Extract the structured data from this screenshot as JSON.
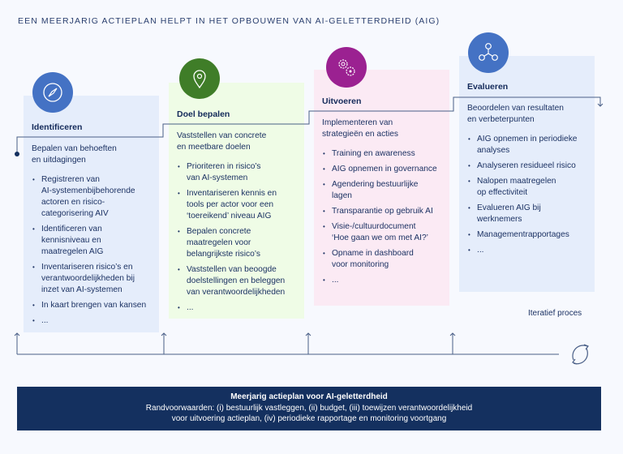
{
  "title": "EEN MEERJARIG ACTIEPLAN HELPT IN HET OPBOUWEN VAN AI-GELETTERDHEID (AIG)",
  "colors": {
    "navy": "#14305f",
    "blue": "#4472c4",
    "green": "#3f7d28",
    "purple": "#9b2191"
  },
  "phases": [
    {
      "icon": "compass-icon",
      "heading": "Identificeren",
      "description": "Bepalen van behoeften\nen uitdagingen",
      "items": [
        "Registreren van\nAI-systemenbijbehorende\nactoren en risico-\ncategorisering AIV",
        "Identificeren van\nkennisniveau en\nmaatregelen AIG",
        "Inventariseren risico’s en\nverantwoordelijkheden bij\ninzet van AI-systemen",
        "In kaart brengen van kansen",
        "..."
      ]
    },
    {
      "icon": "map-pin-icon",
      "heading": "Doel bepalen",
      "description": "Vaststellen van concrete\nen meetbare doelen",
      "items": [
        "Prioriteren in risico’s\nvan AI-systemen",
        "Inventariseren kennis en\ntools per actor voor een\n‘toereikend’ niveau AIG",
        "Bepalen concrete\nmaatregelen voor\nbelangrijkste risico’s",
        "Vaststellen van beoogde\ndoelstellingen en beleggen\nvan verantwoordelijkheden",
        "..."
      ]
    },
    {
      "icon": "gears-icon",
      "heading": "Uitvoeren",
      "description": "Implementeren van\nstrategieën en acties",
      "items": [
        "Training en awareness",
        "AIG opnemen in governance",
        "Agendering bestuurlijke\nlagen",
        "Transparantie op gebruik AI",
        "Visie-/cultuurdocument\n‘Hoe gaan we om met AI?’",
        "Opname in dashboard\nvoor monitoring",
        "..."
      ]
    },
    {
      "icon": "network-icon",
      "heading": "Evalueren",
      "description": "Beoordelen van resultaten\nen verbeterpunten",
      "items": [
        "AIG opnemen in periodieke\nanalyses",
        "Analyseren residueel risico",
        "Nalopen maatregelen\nop effectiviteit",
        "Evalueren AIG bij\nwerknemers",
        "Managementrapportages",
        "..."
      ]
    }
  ],
  "iterative_label": "Iteratief proces",
  "footer": {
    "title": "Meerjarig actieplan voor AI-geletterdheid",
    "line1": "Randvoorwaarden: (i) bestuurlijk vastleggen, (ii) budget, (iii) toewijzen verantwoordelijkheid",
    "line2": "voor uitvoering actieplan, (iv) periodieke rapportage en monitoring voortgang"
  }
}
